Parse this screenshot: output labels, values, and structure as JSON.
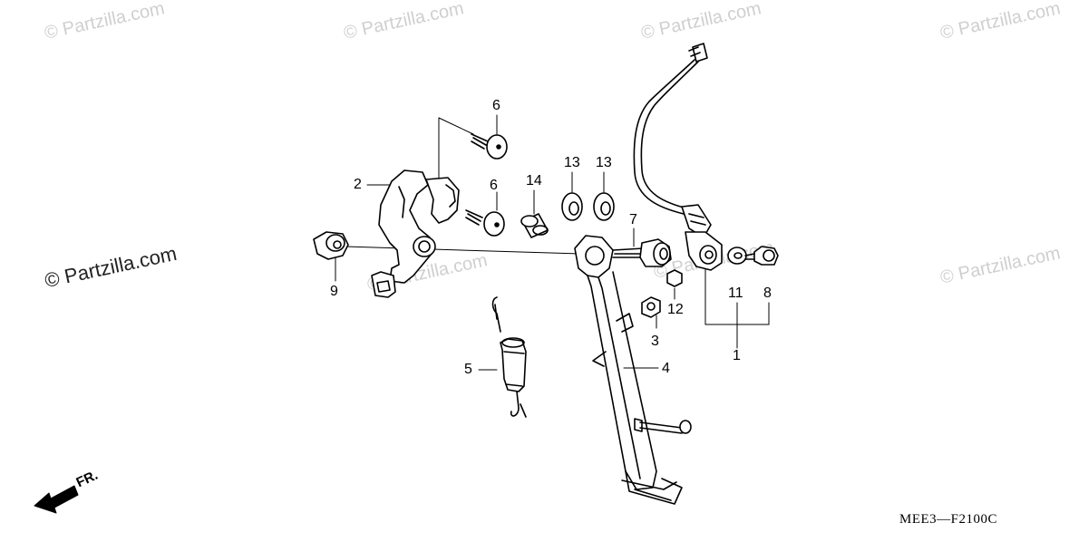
{
  "watermark": {
    "text": "© Partzilla.com"
  },
  "diagram": {
    "code": "MEE3—F2100C",
    "direction": "FR.",
    "callouts": [
      {
        "id": "c1",
        "label": "1"
      },
      {
        "id": "c2",
        "label": "2"
      },
      {
        "id": "c3",
        "label": "3"
      },
      {
        "id": "c4",
        "label": "4"
      },
      {
        "id": "c5",
        "label": "5"
      },
      {
        "id": "c6a",
        "label": "6"
      },
      {
        "id": "c6b",
        "label": "6"
      },
      {
        "id": "c7",
        "label": "7"
      },
      {
        "id": "c8",
        "label": "8"
      },
      {
        "id": "c9",
        "label": "9"
      },
      {
        "id": "c11",
        "label": "11"
      },
      {
        "id": "c12",
        "label": "12"
      },
      {
        "id": "c13a",
        "label": "13"
      },
      {
        "id": "c13b",
        "label": "13"
      },
      {
        "id": "c14",
        "label": "14"
      }
    ]
  }
}
